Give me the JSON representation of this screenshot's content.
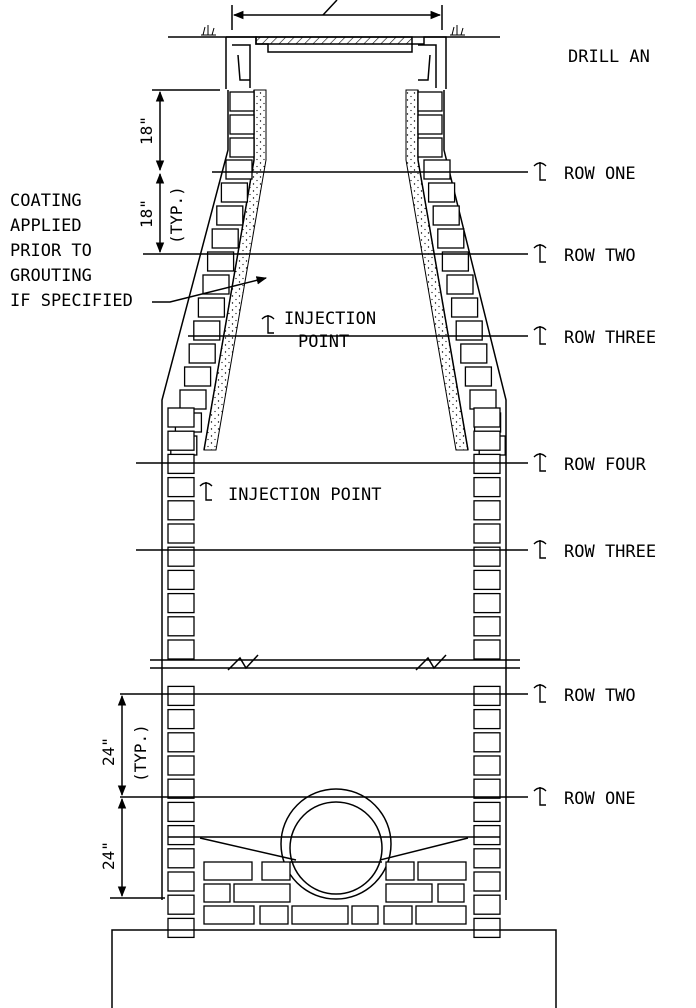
{
  "notes": {
    "drill": "DRILL AN",
    "coating": [
      "COATING",
      "APPLIED",
      "PRIOR TO",
      "GROUTING",
      "IF SPECIFIED"
    ],
    "injection_upper": [
      "INJECTION",
      "POINT"
    ],
    "injection_lower": "INJECTION POINT"
  },
  "rows": {
    "cone": [
      "ROW ONE",
      "ROW TWO",
      "ROW THREE"
    ],
    "barrel_upper": [
      "ROW FOUR",
      "ROW THREE"
    ],
    "barrel_lower": [
      "ROW TWO",
      "ROW ONE"
    ]
  },
  "dimensions": {
    "cone_top": "18\"",
    "cone_typ": "18\"",
    "typ": "(TYP.)",
    "barrel_typ": "24\"",
    "barrel_bottom": "24\""
  },
  "symbols": {
    "centerline": "centerline-symbol",
    "grass": "grass-symbol"
  },
  "colors": {
    "line": "#000000",
    "background": "#ffffff",
    "grout_dots": "#000000"
  }
}
